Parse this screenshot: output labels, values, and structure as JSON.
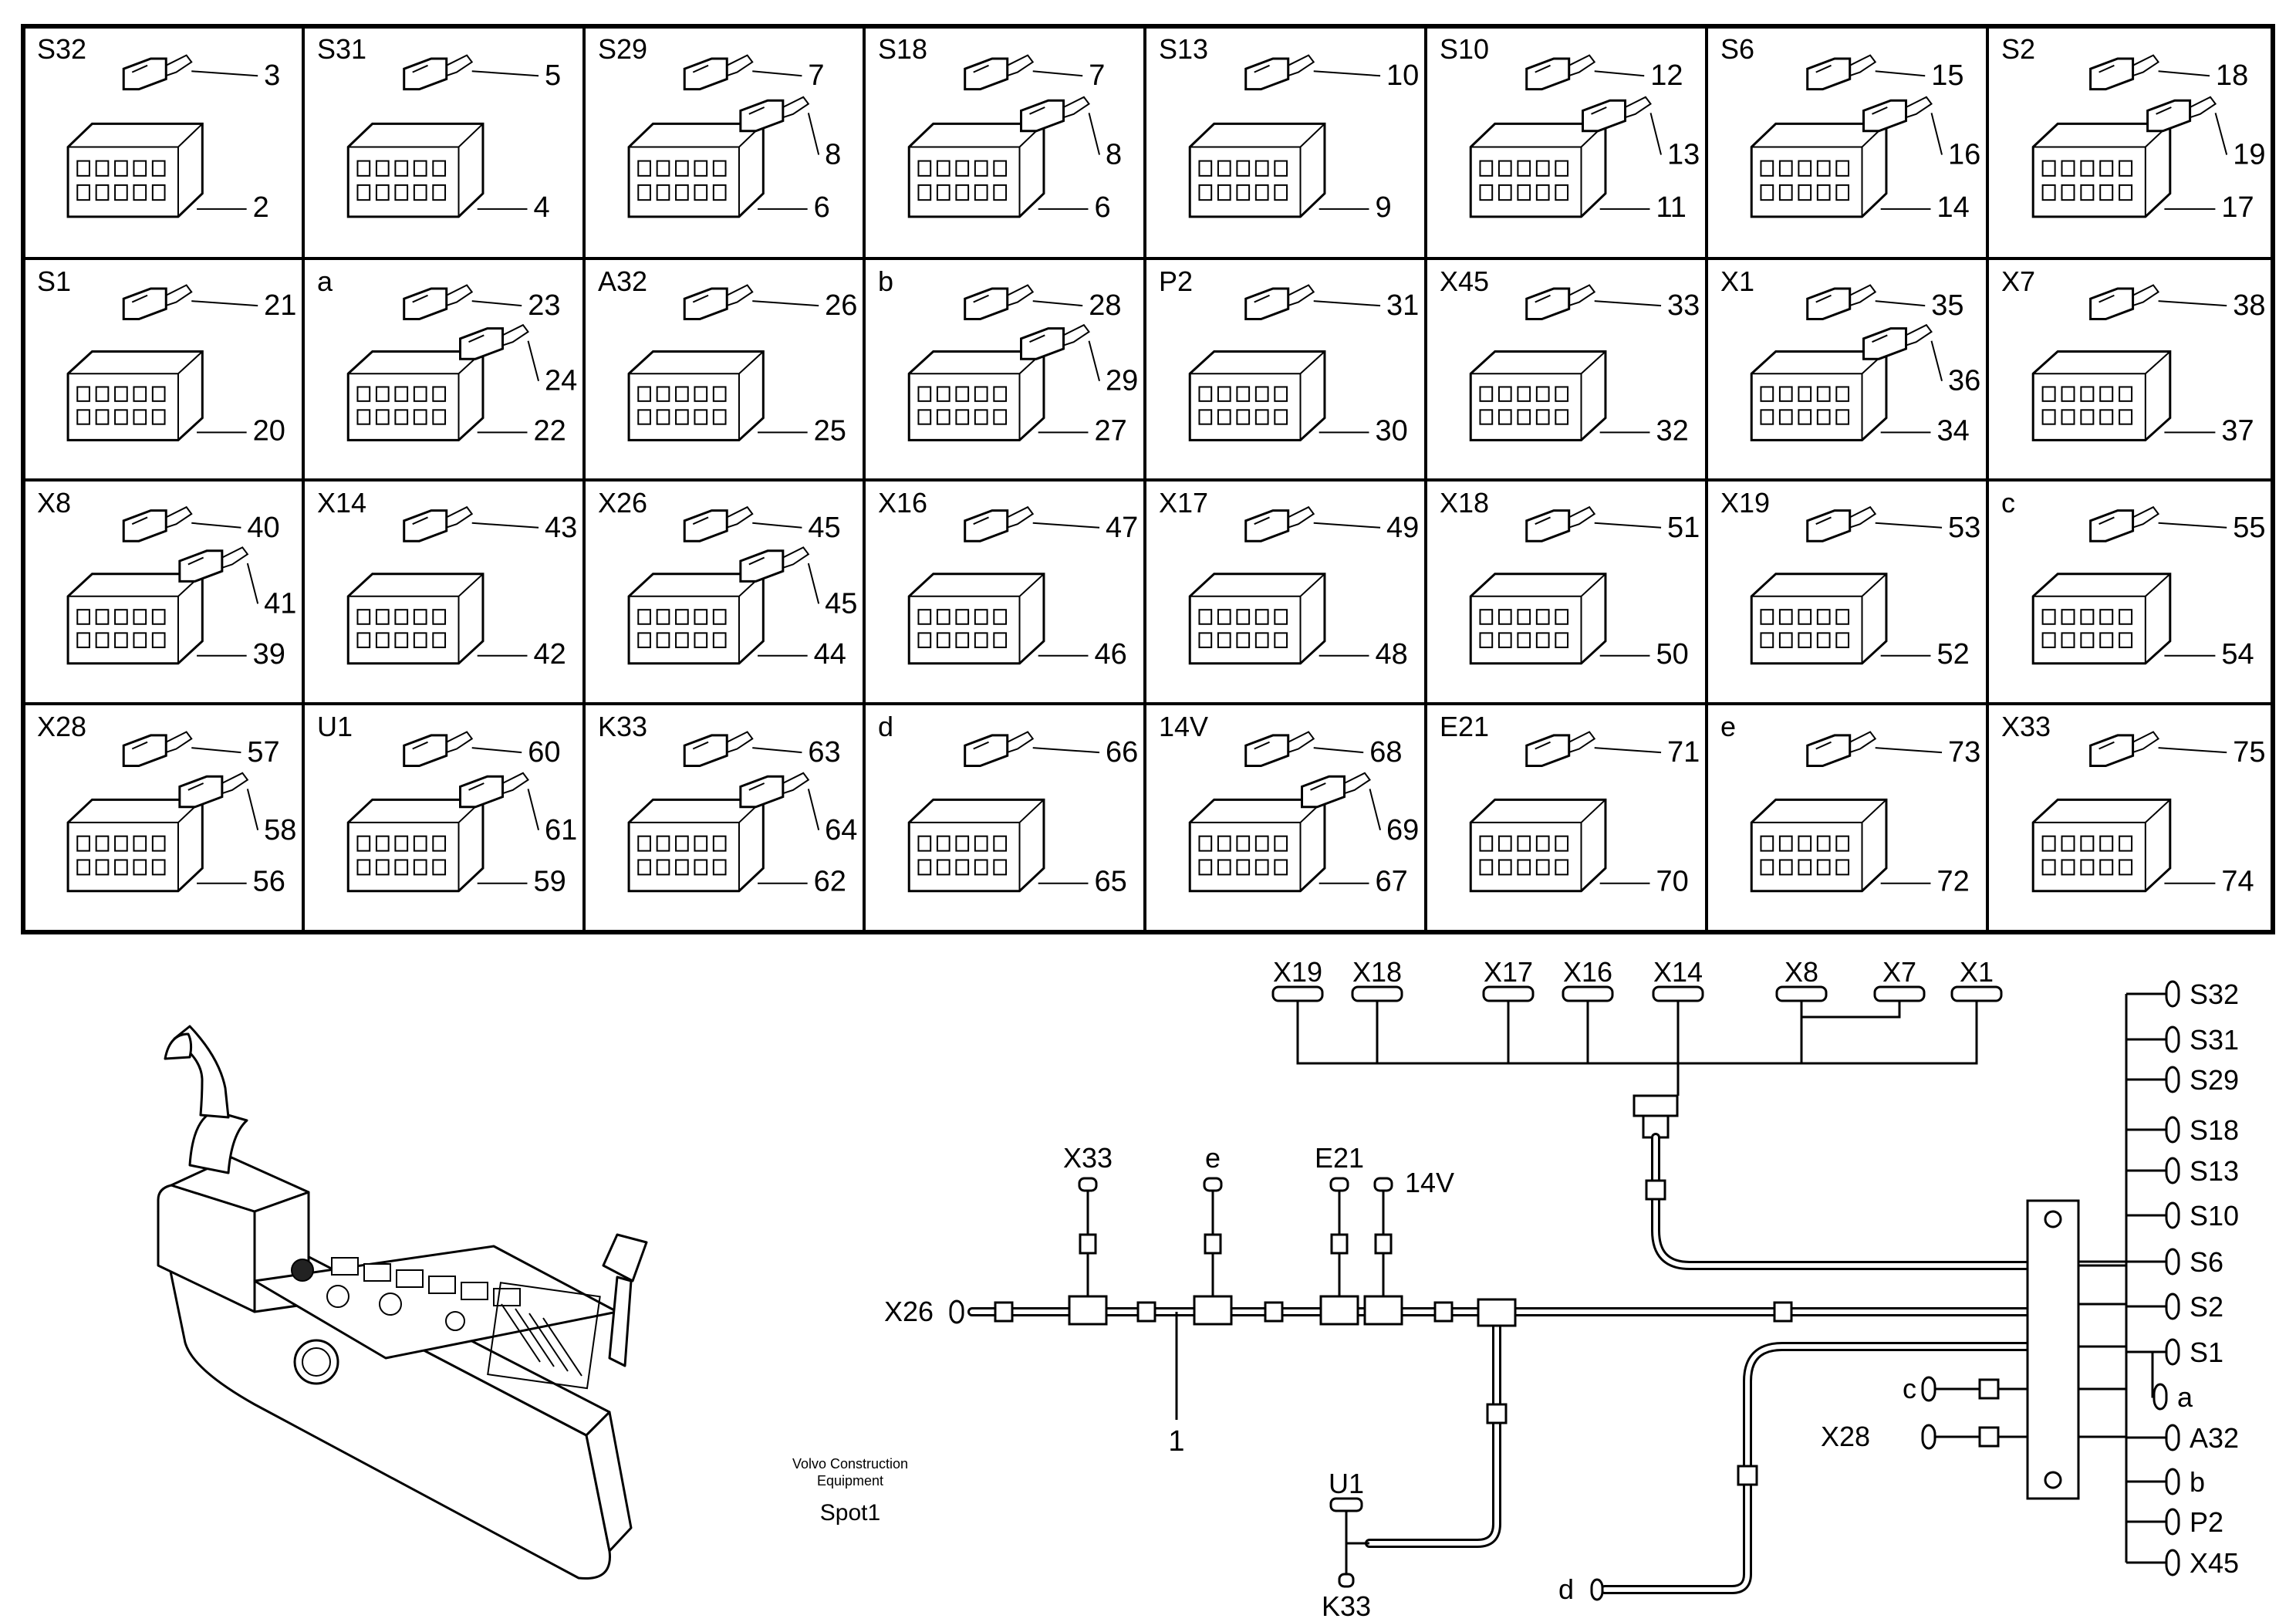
{
  "grid": {
    "rows": [
      [
        {
          "code": "S32",
          "parts": [
            {
              "n": "2",
              "t": "housing"
            },
            {
              "n": "3",
              "t": "terminal"
            }
          ]
        },
        {
          "code": "S31",
          "parts": [
            {
              "n": "4",
              "t": "housing"
            },
            {
              "n": "5",
              "t": "terminal"
            }
          ]
        },
        {
          "code": "S29",
          "parts": [
            {
              "n": "6",
              "t": "housing"
            },
            {
              "n": "7",
              "t": "terminal"
            },
            {
              "n": "8",
              "t": "terminal"
            }
          ]
        },
        {
          "code": "S18",
          "parts": [
            {
              "n": "6",
              "t": "housing"
            },
            {
              "n": "7",
              "t": "terminal"
            },
            {
              "n": "8",
              "t": "terminal"
            }
          ]
        },
        {
          "code": "S13",
          "parts": [
            {
              "n": "9",
              "t": "housing"
            },
            {
              "n": "10",
              "t": "terminal"
            }
          ]
        },
        {
          "code": "S10",
          "parts": [
            {
              "n": "11",
              "t": "housing"
            },
            {
              "n": "12",
              "t": "terminal"
            },
            {
              "n": "13",
              "t": "terminal"
            }
          ]
        },
        {
          "code": "S6",
          "parts": [
            {
              "n": "14",
              "t": "housing"
            },
            {
              "n": "15",
              "t": "terminal"
            },
            {
              "n": "16",
              "t": "terminal"
            }
          ]
        },
        {
          "code": "S2",
          "parts": [
            {
              "n": "17",
              "t": "housing"
            },
            {
              "n": "18",
              "t": "terminal"
            },
            {
              "n": "19",
              "t": "terminal"
            }
          ]
        }
      ],
      [
        {
          "code": "S1",
          "parts": [
            {
              "n": "20",
              "t": "housing"
            },
            {
              "n": "21",
              "t": "terminal"
            }
          ]
        },
        {
          "code": "a",
          "parts": [
            {
              "n": "22",
              "t": "housing"
            },
            {
              "n": "23",
              "t": "terminal"
            },
            {
              "n": "24",
              "t": "terminal"
            }
          ]
        },
        {
          "code": "A32",
          "parts": [
            {
              "n": "25",
              "t": "housing"
            },
            {
              "n": "26",
              "t": "terminal"
            }
          ]
        },
        {
          "code": "b",
          "parts": [
            {
              "n": "27",
              "t": "housing"
            },
            {
              "n": "28",
              "t": "terminal"
            },
            {
              "n": "29",
              "t": "terminal"
            }
          ]
        },
        {
          "code": "P2",
          "parts": [
            {
              "n": "30",
              "t": "housing"
            },
            {
              "n": "31",
              "t": "terminal"
            }
          ]
        },
        {
          "code": "X45",
          "parts": [
            {
              "n": "32",
              "t": "housing"
            },
            {
              "n": "33",
              "t": "terminal"
            }
          ]
        },
        {
          "code": "X1",
          "parts": [
            {
              "n": "34",
              "t": "housing"
            },
            {
              "n": "35",
              "t": "terminal"
            },
            {
              "n": "36",
              "t": "terminal"
            }
          ]
        },
        {
          "code": "X7",
          "parts": [
            {
              "n": "37",
              "t": "housing"
            },
            {
              "n": "38",
              "t": "terminal"
            }
          ]
        }
      ],
      [
        {
          "code": "X8",
          "parts": [
            {
              "n": "39",
              "t": "housing"
            },
            {
              "n": "40",
              "t": "terminal"
            },
            {
              "n": "41",
              "t": "terminal"
            }
          ]
        },
        {
          "code": "X14",
          "parts": [
            {
              "n": "42",
              "t": "housing"
            },
            {
              "n": "43",
              "t": "terminal"
            }
          ]
        },
        {
          "code": "X26",
          "parts": [
            {
              "n": "44",
              "t": "housing"
            },
            {
              "n": "45",
              "t": "terminal"
            },
            {
              "n": "45",
              "t": "terminal"
            }
          ]
        },
        {
          "code": "X16",
          "parts": [
            {
              "n": "46",
              "t": "housing"
            },
            {
              "n": "47",
              "t": "terminal"
            }
          ]
        },
        {
          "code": "X17",
          "parts": [
            {
              "n": "48",
              "t": "housing"
            },
            {
              "n": "49",
              "t": "terminal"
            }
          ]
        },
        {
          "code": "X18",
          "parts": [
            {
              "n": "50",
              "t": "housing"
            },
            {
              "n": "51",
              "t": "terminal"
            }
          ]
        },
        {
          "code": "X19",
          "parts": [
            {
              "n": "52",
              "t": "housing"
            },
            {
              "n": "53",
              "t": "terminal"
            }
          ]
        },
        {
          "code": "c",
          "parts": [
            {
              "n": "54",
              "t": "housing"
            },
            {
              "n": "55",
              "t": "terminal"
            }
          ]
        }
      ],
      [
        {
          "code": "X28",
          "parts": [
            {
              "n": "56",
              "t": "housing"
            },
            {
              "n": "57",
              "t": "terminal"
            },
            {
              "n": "58",
              "t": "terminal"
            }
          ]
        },
        {
          "code": "U1",
          "parts": [
            {
              "n": "59",
              "t": "housing"
            },
            {
              "n": "60",
              "t": "terminal"
            },
            {
              "n": "61",
              "t": "terminal"
            }
          ]
        },
        {
          "code": "K33",
          "parts": [
            {
              "n": "62",
              "t": "housing"
            },
            {
              "n": "63",
              "t": "terminal"
            },
            {
              "n": "64",
              "t": "terminal"
            }
          ]
        },
        {
          "code": "d",
          "parts": [
            {
              "n": "65",
              "t": "housing"
            },
            {
              "n": "66",
              "t": "terminal"
            }
          ]
        },
        {
          "code": "14V",
          "parts": [
            {
              "n": "67",
              "t": "housing"
            },
            {
              "n": "68",
              "t": "terminal"
            },
            {
              "n": "69",
              "t": "terminal"
            }
          ]
        },
        {
          "code": "E21",
          "parts": [
            {
              "n": "70",
              "t": "housing"
            },
            {
              "n": "71",
              "t": "terminal"
            }
          ]
        },
        {
          "code": "e",
          "parts": [
            {
              "n": "72",
              "t": "housing"
            },
            {
              "n": "73",
              "t": "terminal"
            }
          ]
        },
        {
          "code": "X33",
          "parts": [
            {
              "n": "74",
              "t": "housing"
            },
            {
              "n": "75",
              "t": "terminal"
            }
          ]
        }
      ]
    ]
  },
  "harness": {
    "top_connectors": [
      "X19",
      "X18",
      "X17",
      "X16",
      "X14",
      "X8",
      "X7",
      "X1"
    ],
    "right_connectors": [
      "S32",
      "S31",
      "S29",
      "S18",
      "S13",
      "S10",
      "S6",
      "S2",
      "S1",
      "a",
      "A32",
      "b",
      "P2",
      "X45"
    ],
    "branch_connectors": [
      "X33",
      "e",
      "E21",
      "14V"
    ],
    "left_connector": "X26",
    "side_connectors": [
      "c",
      "X28"
    ],
    "bottom_connectors": [
      "U1",
      "K33"
    ],
    "end_connector": "d",
    "harness_item": "1"
  },
  "footer": {
    "brand_line1": "Volvo Construction",
    "brand_line2": "Equipment",
    "spot": "Spot1"
  }
}
